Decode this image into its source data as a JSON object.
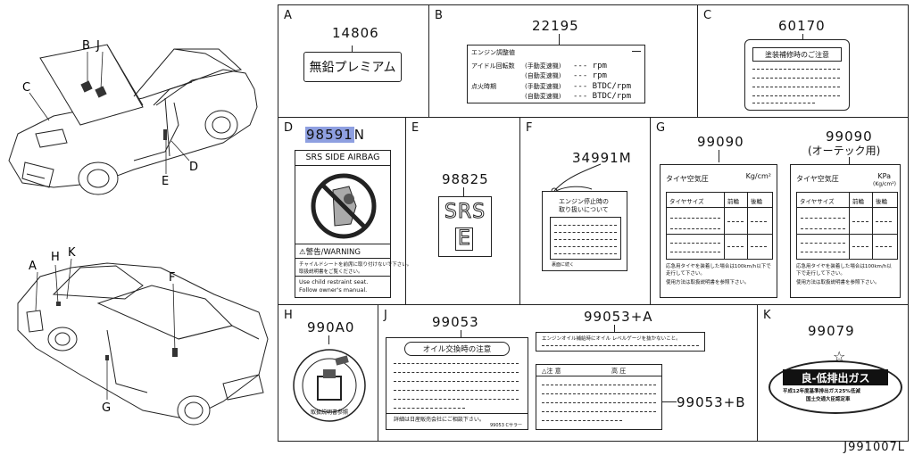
{
  "left": {
    "callouts": [
      "B",
      "J",
      "C",
      "E",
      "D",
      "H",
      "K",
      "A",
      "F",
      "G"
    ]
  },
  "cells": {
    "A": {
      "letter": "A",
      "part": "14806",
      "label": "無鉛プレミアム"
    },
    "B": {
      "letter": "B",
      "part": "22195",
      "title": "エンジン調整値",
      "rows": [
        {
          "left": "アイドル回転数",
          "mode": "(手動変速機)",
          "val": "--- rpm"
        },
        {
          "left": "",
          "mode": "(自動変速機)",
          "val": "--- rpm"
        },
        {
          "left": "点火時期",
          "mode": "(手動変速機)",
          "val": "--- BTDC/rpm"
        },
        {
          "left": "",
          "mode": "(自動変速機)",
          "val": "--- BTDC/rpm"
        }
      ]
    },
    "C": {
      "letter": "C",
      "part": "60170",
      "title": "塗装補修時のご注意"
    },
    "D": {
      "letter": "D",
      "part_hl": "98591",
      "part_suffix": "N",
      "header": "SRS SIDE AIRBAG",
      "warning": "⚠警告/WARNING",
      "jp1": "チャイルドシートを前席に取り付けないで下さい。",
      "jp2": "取扱説明書をご覧ください。",
      "en1": "Use child restraint seat.",
      "en2": "Follow owner's manual."
    },
    "E": {
      "letter": "E",
      "part": "98825",
      "srs": "SRS",
      "e": "E"
    },
    "F": {
      "letter": "F",
      "part": "34991M",
      "line1": "エンジン停止時の",
      "line2": "取り扱いについて",
      "foot": "裏面に続く"
    },
    "G": {
      "letter": "G",
      "part1": "99090",
      "part2": "99090",
      "part2_sub": "(オーテック用)",
      "t1": "タイヤ空気圧",
      "u1": "Kg/cm²",
      "t2": "タイヤ空気圧",
      "u2": "KPa",
      "u2b": "(Kg/cm²)",
      "c_size": "タイヤサイズ",
      "c_front": "前輪",
      "c_rear": "後輪",
      "note1": "応急用タイヤを装着した場合は100km/h以下で走行して下さい。",
      "note2": "使用方法は取扱説明書を参照下さい。"
    },
    "H": {
      "letter": "H",
      "part": "990A0",
      "foot": "取扱説明書参照"
    },
    "J": {
      "letter": "J",
      "part": "99053",
      "part2": "99053+A",
      "part3": "99053+B",
      "oil": "オイル交換時の注意",
      "a_text": "エンジンオイル補給時にオイル レベルゲージを抜かないこと。",
      "b_title": "△注 意",
      "b_title2": "高 圧",
      "foot": "詳細は日産販売会社にご相談下さい。",
      "foot2": "99053 Cサラー"
    },
    "K": {
      "letter": "K",
      "part": "99079",
      "text": "良-低排出ガス",
      "sub1": "平成12年度基準排出ガス25%低減",
      "sub2": "国土交通大臣認定車"
    }
  },
  "diagram_id": "J991007L"
}
